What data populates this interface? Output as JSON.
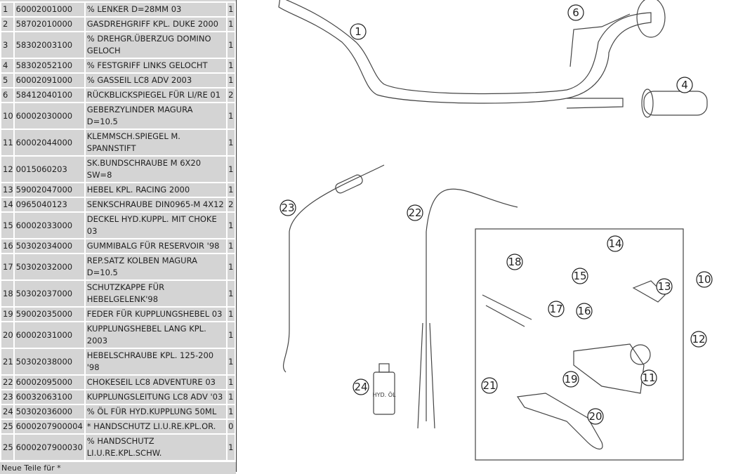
{
  "parts": [
    [
      "1",
      "60002001000",
      "% LENKER D=28MM 03",
      "1"
    ],
    [
      "2",
      "58702010000",
      "GASDREHGRIFF KPL. DUKE 2000",
      "1"
    ],
    [
      "3",
      "58302003100",
      "% DREHGR.ÜBERZUG DOMINO GELOCH",
      "1"
    ],
    [
      "4",
      "58302052100",
      "% FESTGRIFF LINKS GELOCHT",
      "1"
    ],
    [
      "5",
      "60002091000",
      "% GASSEIL LC8 ADV 2003",
      "1"
    ],
    [
      "6",
      "58412040100",
      "RÜCKBLICKSPIEGEL FÜR LI/RE 01",
      "2"
    ],
    [
      "10",
      "60002030000",
      "GEBERZYLINDER MAGURA D=10.5",
      "1"
    ],
    [
      "11",
      "60002044000",
      "KLEMMSCH.SPIEGEL M. SPANNSTIFT",
      "1"
    ],
    [
      "12",
      "0015060203",
      "SK.BUNDSCHRAUBE M 6X20 SW=8",
      "1"
    ],
    [
      "13",
      "59002047000",
      "HEBEL KPL. RACING 2000",
      "1"
    ],
    [
      "14",
      "0965040123",
      "SENKSCHRAUBE DIN0965-M 4X12",
      "2"
    ],
    [
      "15",
      "60002033000",
      "DECKEL HYD.KUPPL. MIT CHOKE 03",
      "1"
    ],
    [
      "16",
      "50302034000",
      "GUMMIBALG FÜR RESERVOIR '98",
      "1"
    ],
    [
      "17",
      "50302032000",
      "REP.SATZ KOLBEN MAGURA D=10.5",
      "1"
    ],
    [
      "18",
      "50302037000",
      "SCHUTZKAPPE FÜR HEBELGELENK'98",
      "1"
    ],
    [
      "19",
      "59002035000",
      "FEDER FÜR KUPPLUNGSHEBEL 03",
      "1"
    ],
    [
      "20",
      "60002031000",
      "KUPPLUNGSHEBEL LANG KPL. 2003",
      "1"
    ],
    [
      "21",
      "50302038000",
      "HEBELSCHRAUBE KPL. 125-200 '98",
      "1"
    ],
    [
      "22",
      "60002095000",
      "CHOKESEIL LC8 ADVENTURE 03",
      "1"
    ],
    [
      "23",
      "60032063100",
      "KUPPLUNGSLEITUNG LC8 ADV '03",
      "1"
    ],
    [
      "24",
      "50302036000",
      "% ÖL FÜR HYD.KUPPLUNG 50ML",
      "1"
    ],
    [
      "25",
      "6000207900004",
      "* HANDSCHUTZ LI.U.RE.KPL.OR.",
      "0"
    ],
    [
      "25",
      "6000207900030",
      "% HANDSCHUTZ LI.U.RE.KPL.SCHW.",
      "1"
    ]
  ],
  "footer": "Neue Teile für *",
  "callouts": [
    "1",
    "6",
    "4",
    "23",
    "22",
    "14",
    "18",
    "15",
    "13",
    "10",
    "17",
    "16",
    "12",
    "11",
    "21",
    "19",
    "24",
    "20"
  ],
  "oil_label": "HYD. ÖL"
}
